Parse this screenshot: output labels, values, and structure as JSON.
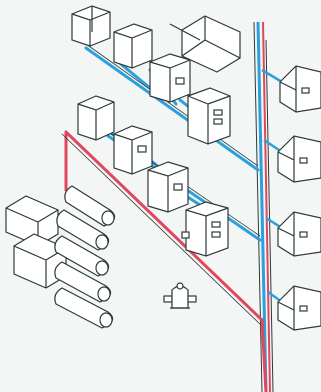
{
  "diagram": {
    "colors": {
      "background": "#f4f6f5",
      "outline": "#2c3a3a",
      "box_fill": "#ffffff",
      "water_blue": "#2aa0dc",
      "hot_red": "#e0475e",
      "light_blue": "#9fd4ee"
    },
    "components": [
      "street-water-main-blue",
      "street-water-main-red",
      "office-building",
      "house",
      "storage-tank",
      "shed",
      "fire-hydrant",
      "pressure-meter-box"
    ]
  }
}
